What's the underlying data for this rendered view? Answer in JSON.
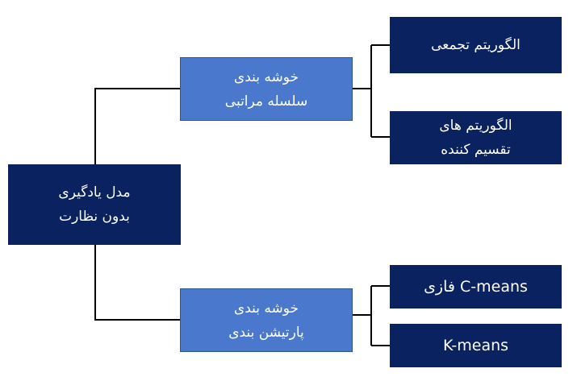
{
  "colors": {
    "dark_box": "#0b2260",
    "mid_box": "#4a78cc",
    "mid_box_border": "#2f5597",
    "connector": "#000000",
    "text": "#ffffff"
  },
  "root": {
    "lines": [
      "مدل یادگیری",
      "بدون نظارت"
    ]
  },
  "hierarchical": {
    "lines": [
      "خوشه بندی",
      "سلسله مراتبی"
    ],
    "children": [
      {
        "lines": [
          "الگوریتم تجمعی"
        ]
      },
      {
        "lines": [
          "الگوریتم های",
          "تقسیم کننده"
        ]
      }
    ]
  },
  "partitional": {
    "lines": [
      "خوشه بندی",
      "پارتیشن بندی"
    ],
    "children": [
      {
        "lines": [
          "C-means فازی"
        ]
      },
      {
        "lines": [
          "K-means"
        ]
      }
    ]
  }
}
